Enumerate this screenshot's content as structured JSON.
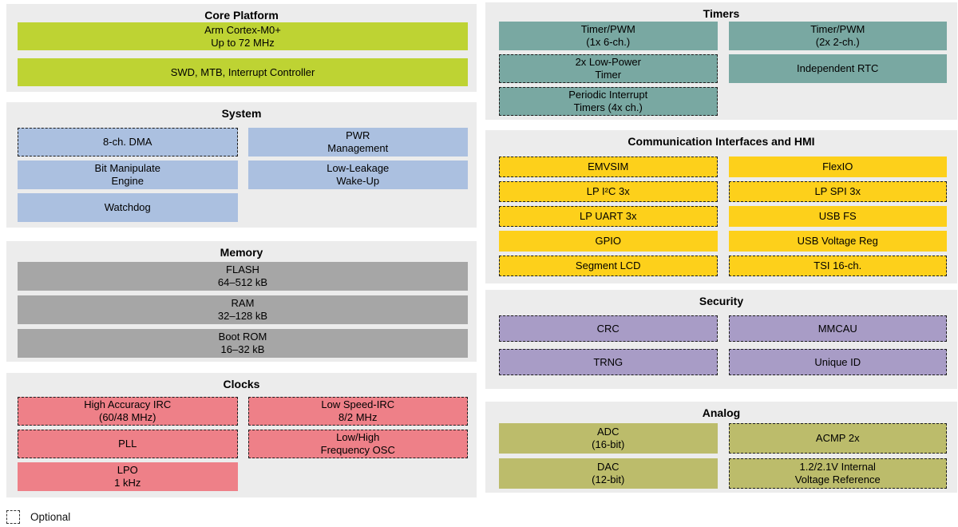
{
  "palette": {
    "panel_bg": "#ececec",
    "core_platform": "#bed333",
    "system": "#abc0e0",
    "memory": "#a6a6a6",
    "clocks": "#ee8088",
    "timers": "#79a8a2",
    "communication": "#fdd01b",
    "security": "#a89cc6",
    "analog": "#bcbc6b",
    "optional_border": "#1c1c1c"
  },
  "sections": {
    "core_platform": {
      "title": "Core Platform",
      "blocks": [
        {
          "label": "Arm Cortex-M0+\nUp to 72 MHz",
          "optional": false
        },
        {
          "label": "SWD, MTB, Interrupt Controller",
          "optional": false
        }
      ]
    },
    "system": {
      "title": "System",
      "blocks": [
        {
          "label": "8-ch. DMA",
          "optional": true
        },
        {
          "label": "PWR\nManagement",
          "optional": false
        },
        {
          "label": "Bit Manipulate\nEngine",
          "optional": false
        },
        {
          "label": "Low-Leakage\nWake-Up",
          "optional": false
        },
        {
          "label": "Watchdog",
          "optional": false
        }
      ]
    },
    "memory": {
      "title": "Memory",
      "blocks": [
        {
          "label": "FLASH\n64–512 kB",
          "optional": false
        },
        {
          "label": "RAM\n32–128 kB",
          "optional": false
        },
        {
          "label": "Boot ROM\n16–32 kB",
          "optional": false
        }
      ]
    },
    "clocks": {
      "title": "Clocks",
      "blocks": [
        {
          "label": "High Accuracy IRC\n(60/48 MHz)",
          "optional": true
        },
        {
          "label": "Low Speed-IRC\n8/2 MHz",
          "optional": true
        },
        {
          "label": "PLL",
          "optional": true
        },
        {
          "label": "Low/High\nFrequency OSC",
          "optional": true
        },
        {
          "label": "LPO\n1 kHz",
          "optional": false
        }
      ]
    },
    "timers": {
      "title": "Timers",
      "blocks": [
        {
          "label": "Timer/PWM\n(1x 6-ch.)",
          "optional": false
        },
        {
          "label": "Timer/PWM\n(2x 2-ch.)",
          "optional": false
        },
        {
          "label": "2x Low-Power\nTimer",
          "optional": true
        },
        {
          "label": "Independent RTC",
          "optional": false
        },
        {
          "label": "Periodic Interrupt\nTimers (4x ch.)",
          "optional": true
        }
      ]
    },
    "communication": {
      "title": "Communication Interfaces and HMI",
      "blocks": [
        {
          "label": "EMVSIM",
          "optional": true
        },
        {
          "label": "FlexIO",
          "optional": false
        },
        {
          "label": "LP I²C 3x",
          "optional": true
        },
        {
          "label": "LP SPI 3x",
          "optional": true
        },
        {
          "label": "LP UART 3x",
          "optional": true
        },
        {
          "label": "USB FS",
          "optional": false
        },
        {
          "label": "GPIO",
          "optional": false
        },
        {
          "label": "USB Voltage Reg",
          "optional": false
        },
        {
          "label": "Segment LCD",
          "optional": true
        },
        {
          "label": "TSI 16-ch.",
          "optional": true
        }
      ]
    },
    "security": {
      "title": "Security",
      "blocks": [
        {
          "label": "CRC",
          "optional": true
        },
        {
          "label": "MMCAU",
          "optional": true
        },
        {
          "label": "TRNG",
          "optional": true
        },
        {
          "label": "Unique ID",
          "optional": true
        }
      ]
    },
    "analog": {
      "title": "Analog",
      "blocks": [
        {
          "label": "ADC\n(16-bit)",
          "optional": false
        },
        {
          "label": "ACMP 2x",
          "optional": true
        },
        {
          "label": "DAC\n(12-bit)",
          "optional": false
        },
        {
          "label": "1.2/2.1V Internal\nVoltage Reference",
          "optional": true
        }
      ]
    }
  },
  "legend": {
    "label": "Optional"
  }
}
